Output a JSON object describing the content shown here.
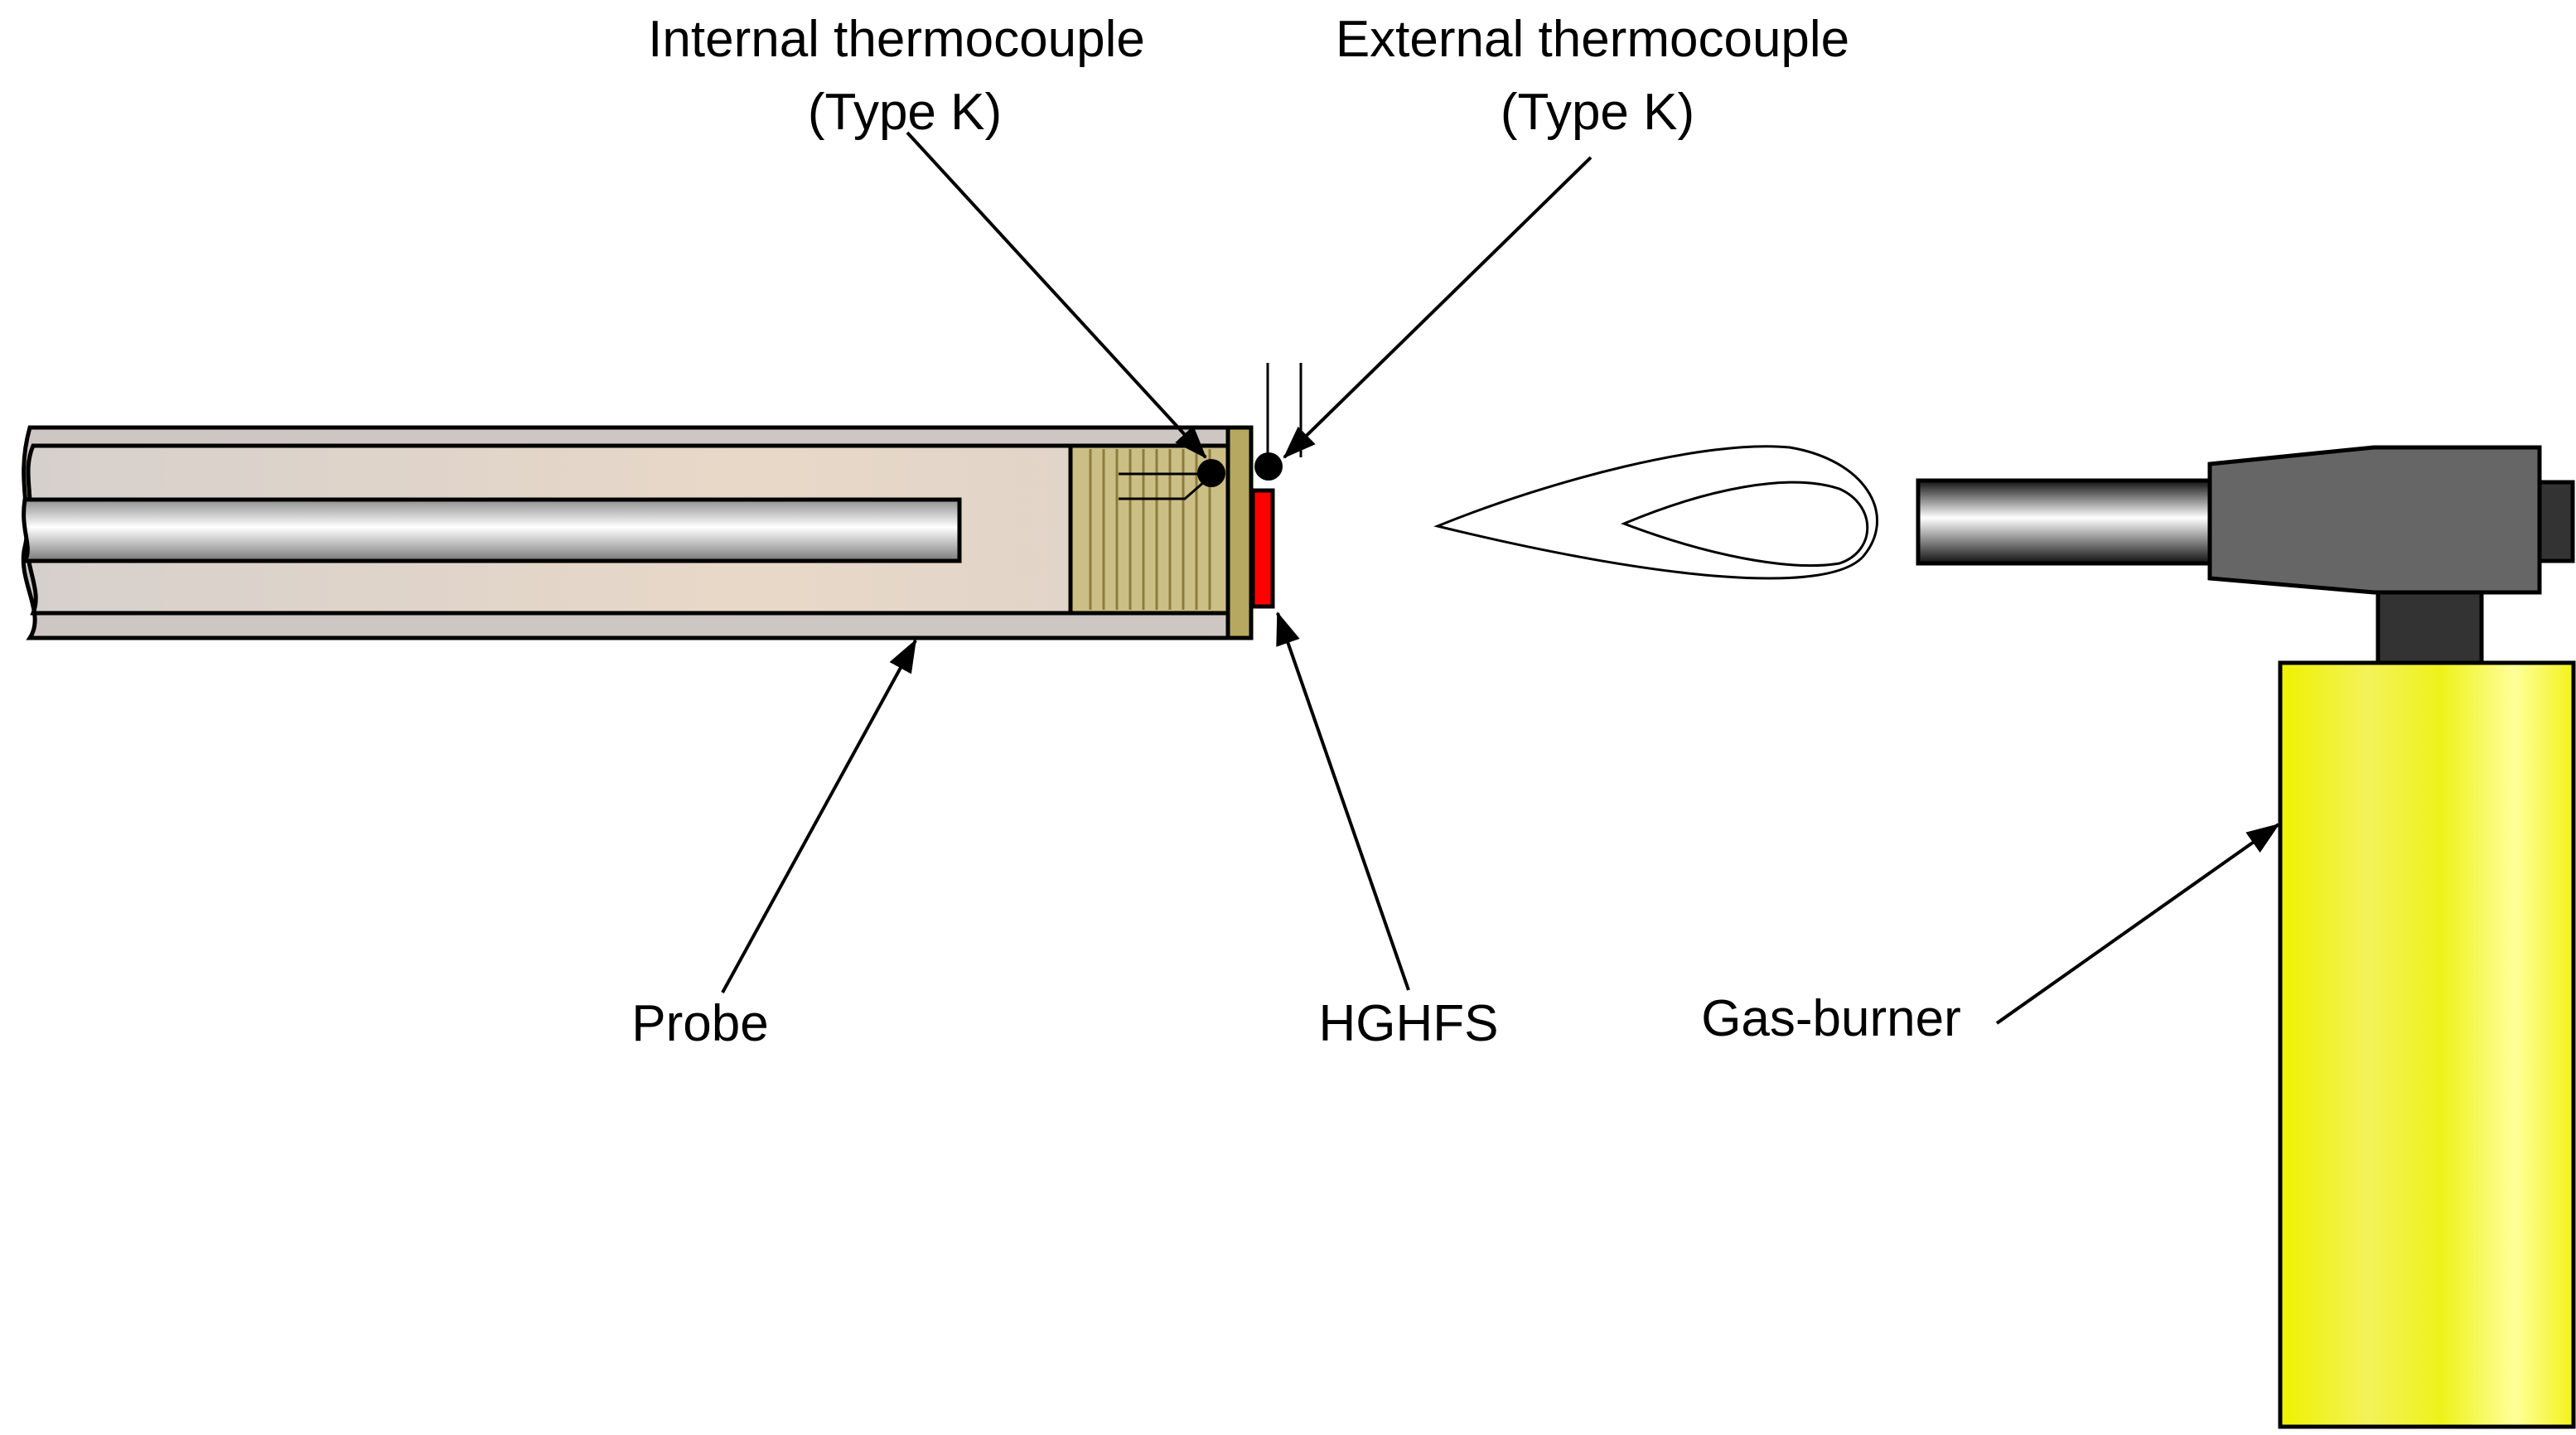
{
  "labels": {
    "internal_tc_line1": "Internal thermocouple",
    "internal_tc_line2": "(Type K)",
    "external_tc_line1": "External thermocouple",
    "external_tc_line2": "(Type K)",
    "probe": "Probe",
    "hghfs": "HGHFS",
    "gas_burner": "Gas-burner"
  },
  "colors": {
    "probe_body": "#cbc3bf",
    "probe_inner": "#d9cfc6",
    "threaded_cap": "#cbbf86",
    "end_plate": "#b6a95f",
    "sensor": "#ff0000",
    "flame_outer": "#f9917f",
    "flame_inner": "#fcbf4a",
    "nozzle_head": "#666666",
    "canister": "#eff21a"
  }
}
